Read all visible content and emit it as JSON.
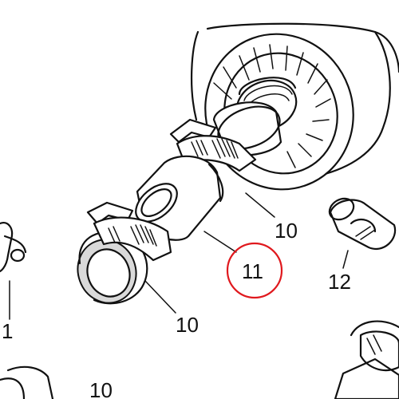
{
  "labels": {
    "clamp_upper": "10",
    "clamp_lower": "10",
    "hose": "11",
    "coupling": "12",
    "left_part": "1",
    "bottom_part": "10"
  },
  "highlight": {
    "target": "11",
    "color": "#e0191e"
  }
}
